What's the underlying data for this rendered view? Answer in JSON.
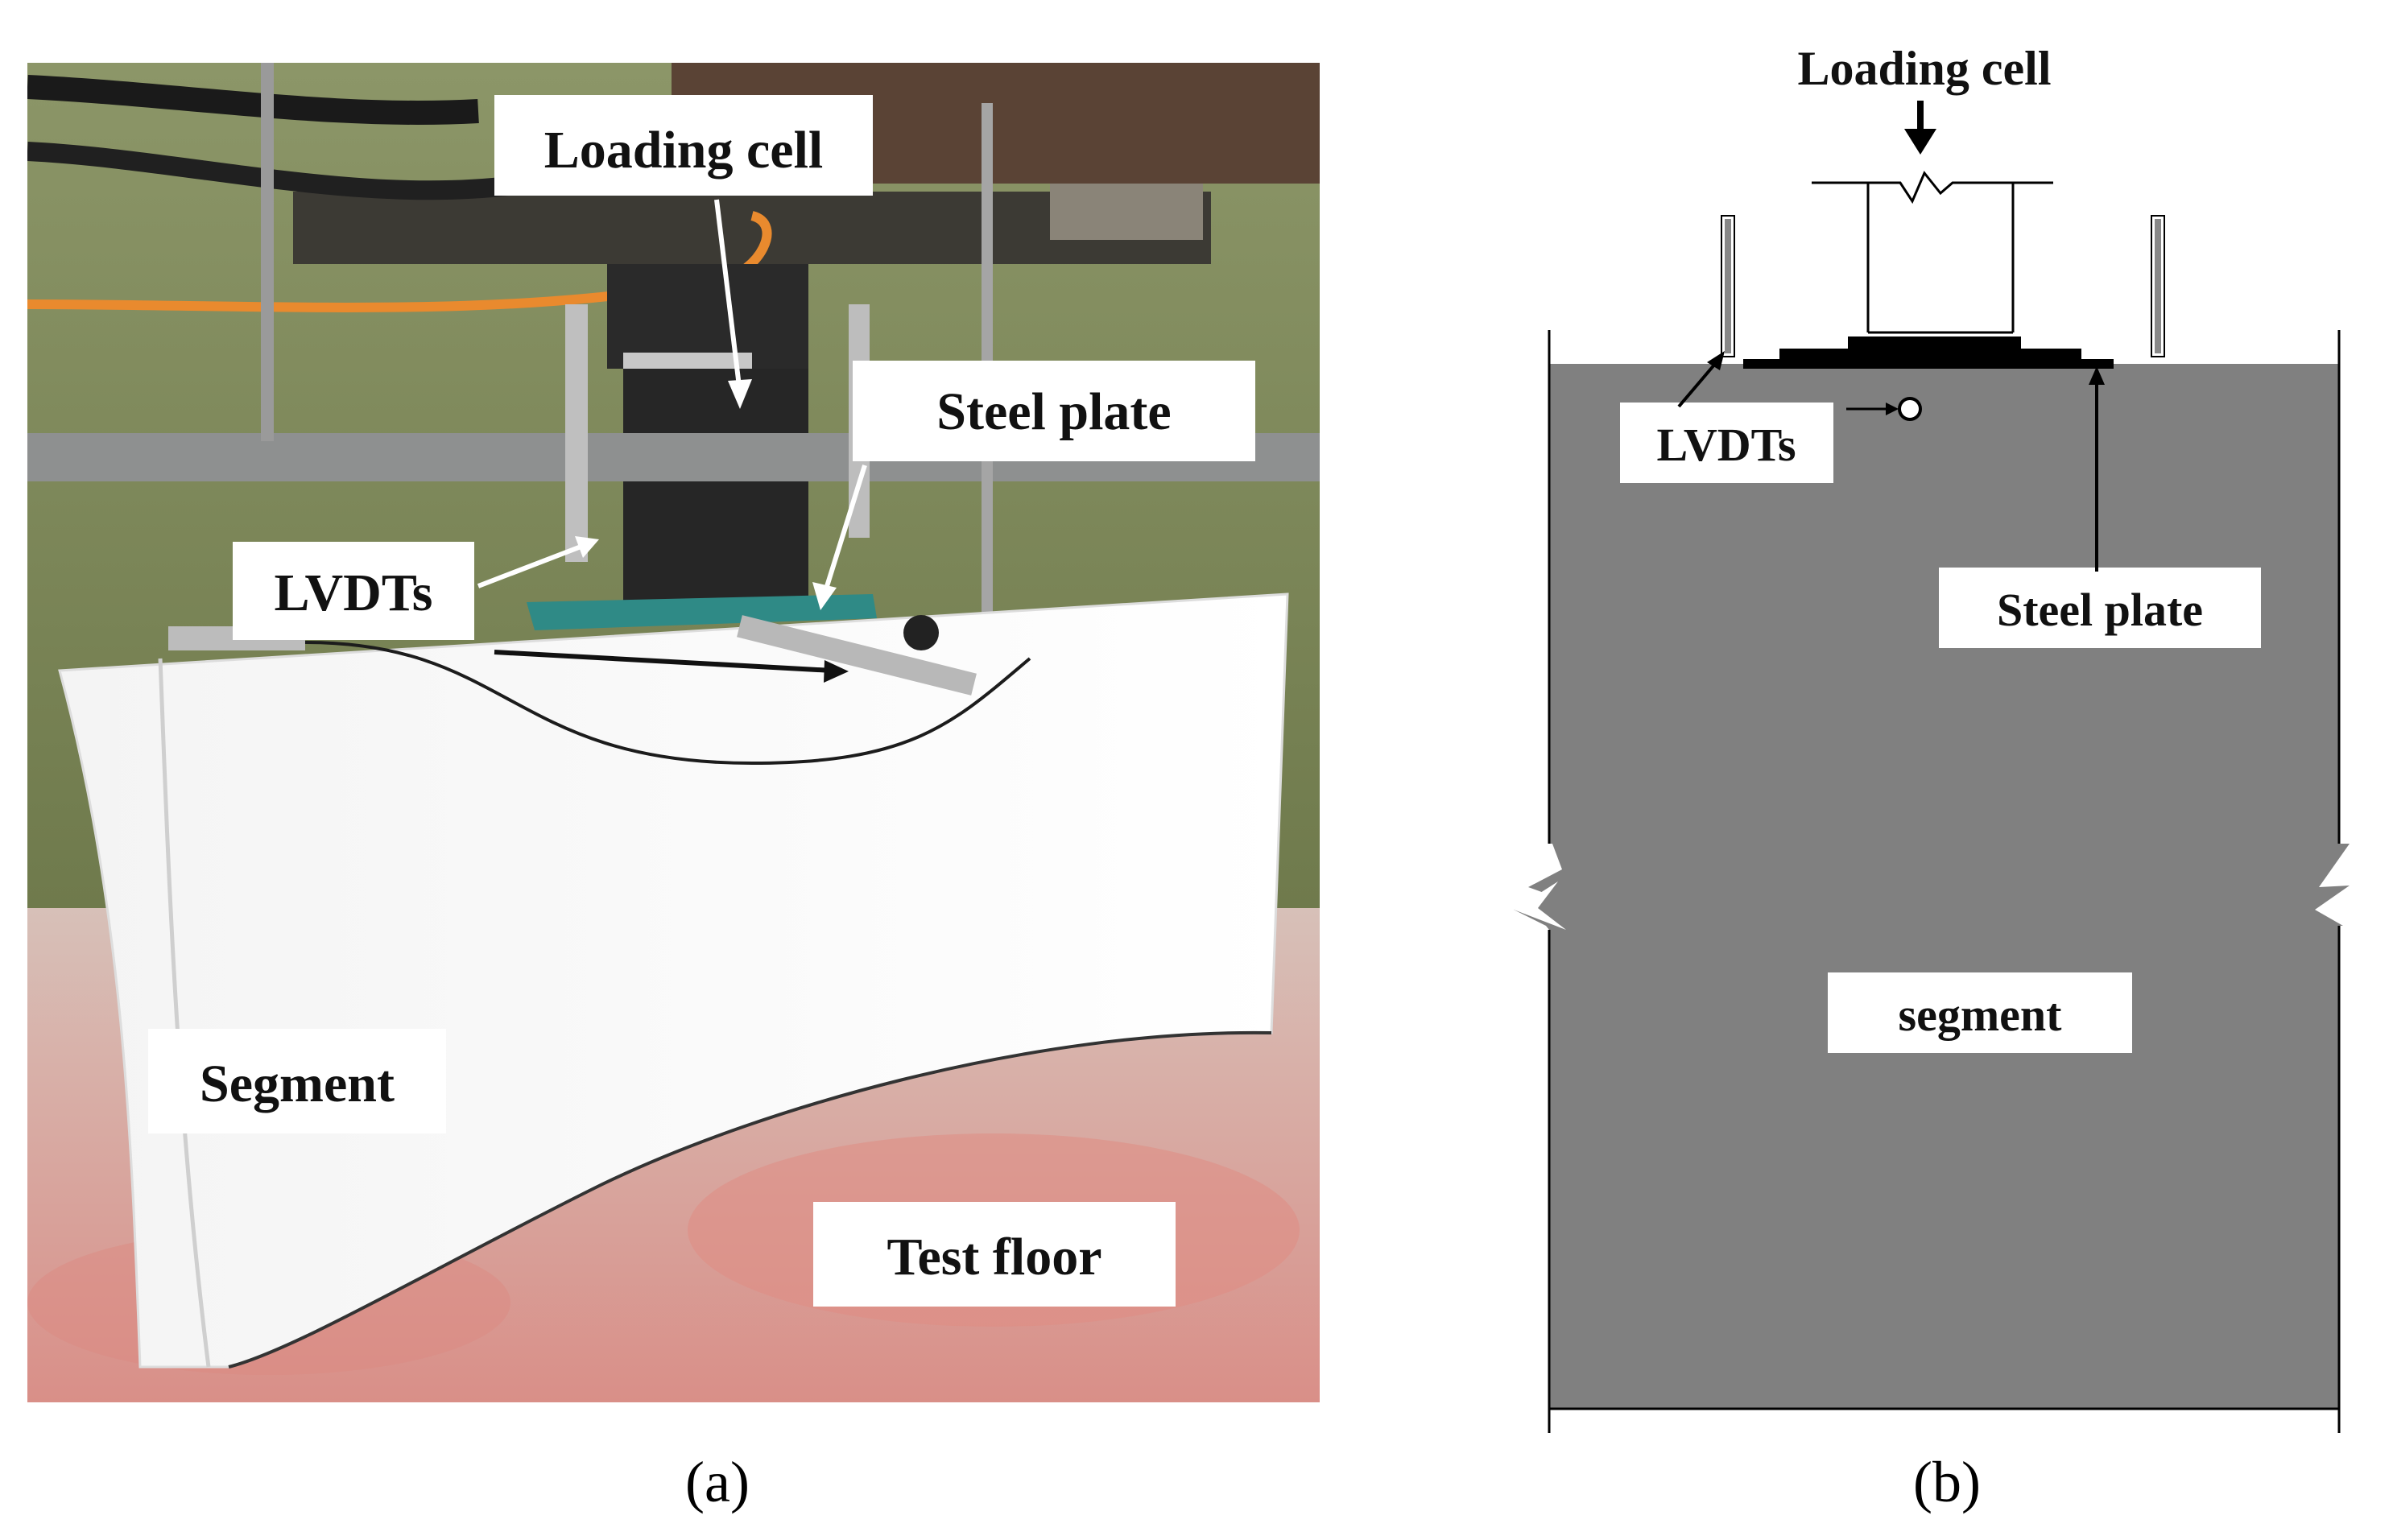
{
  "panel_a": {
    "labels": {
      "loading_cell": "Loading cell",
      "steel_plate": "Steel plate",
      "lvdts": "LVDTs",
      "segment": "Segment",
      "test_floor": "Test floor"
    },
    "caption": "(a)"
  },
  "panel_b": {
    "labels": {
      "loading_cell": "Loading cell",
      "lvdts": "LVDTs",
      "steel_plate": "Steel plate",
      "segment": "segment"
    },
    "caption": "(b)"
  },
  "colors": {
    "segment_gray": "#808080",
    "wall_green": "#7d8a58",
    "floor_red": "#d89a92",
    "plate_teal": "#2f8a86"
  }
}
